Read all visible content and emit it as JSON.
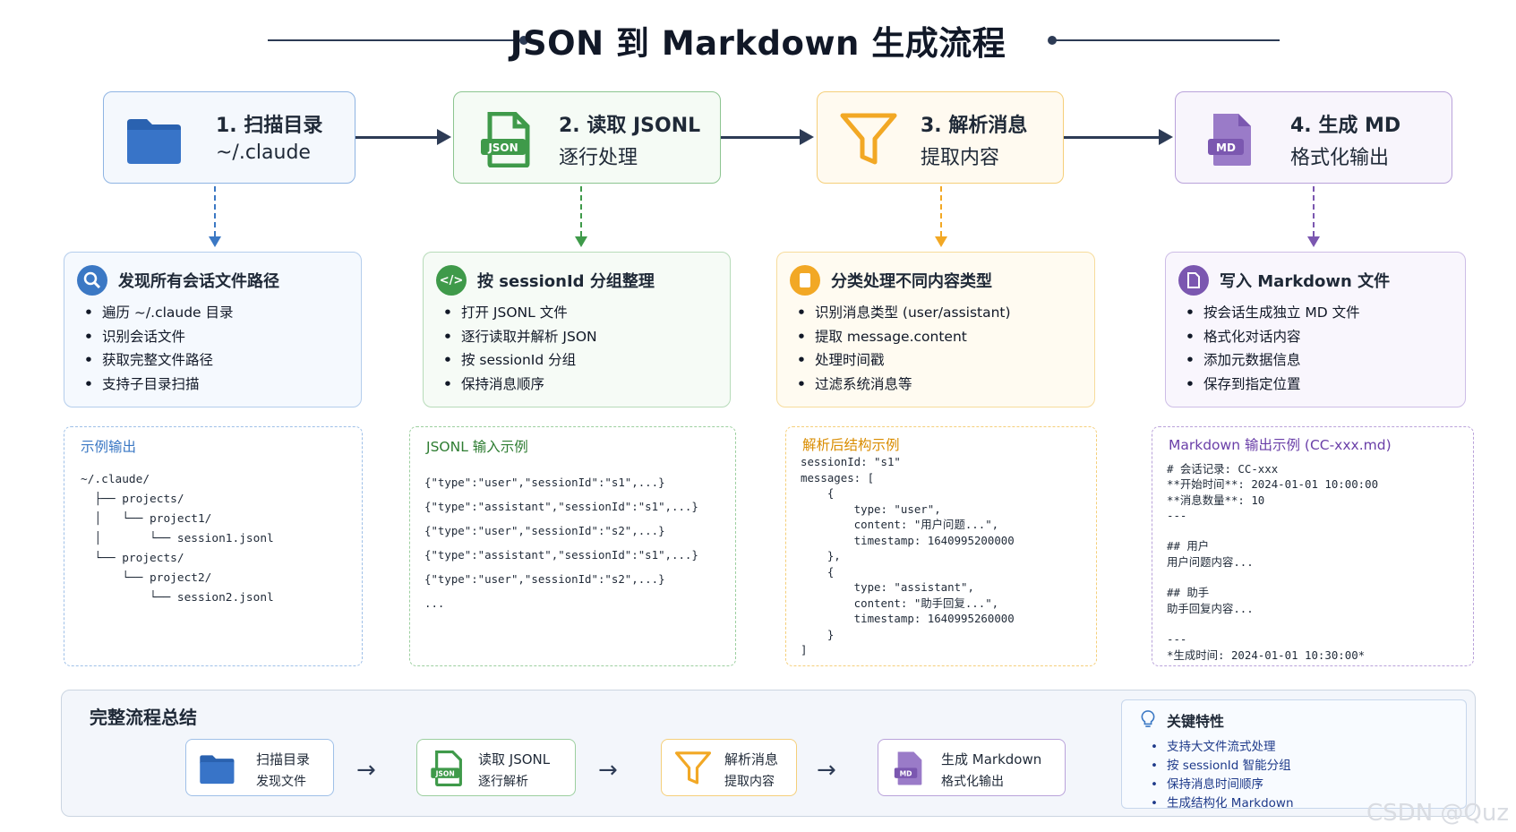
{
  "title": "JSON 到 Markdown 生成流程",
  "colors": {
    "blue": "#3b78c4",
    "green": "#3f9a4a",
    "orange": "#f2a825",
    "purple": "#7b57b0",
    "navy": "#2d3b55"
  },
  "stages": [
    {
      "line1": "1. 扫描目录",
      "line2": "~/.claude",
      "icon": "folder-icon"
    },
    {
      "line1": "2. 读取 JSONL",
      "line2": "逐行处理",
      "icon": "json-file-icon",
      "badge": "JSON"
    },
    {
      "line1": "3. 解析消息",
      "line2": "提取内容",
      "icon": "funnel-icon"
    },
    {
      "line1": "4. 生成 MD",
      "line2": "格式化输出",
      "icon": "md-file-icon",
      "badge": "MD"
    }
  ],
  "details": [
    {
      "title": "发现所有会话文件路径",
      "icon": "search-icon",
      "items": [
        "遍历 ~/.claude 目录",
        "识别会话文件",
        "获取完整文件路径",
        "支持子目录扫描"
      ]
    },
    {
      "title": "按 sessionId 分组整理",
      "icon": "code-icon",
      "items": [
        "打开 JSONL 文件",
        "逐行读取并解析 JSON",
        "按 sessionId 分组",
        "保持消息顺序"
      ]
    },
    {
      "title": "分类处理不同内容类型",
      "icon": "document-icon",
      "items": [
        "识别消息类型 (user/assistant)",
        "提取 message.content",
        "处理时间戳",
        "过滤系统消息等"
      ]
    },
    {
      "title": "写入 Markdown 文件",
      "icon": "file-icon",
      "items": [
        "按会话生成独立 MD 文件",
        "格式化对话内容",
        "添加元数据信息",
        "保存到指定位置"
      ]
    }
  ],
  "examples": [
    {
      "title": "示例输出",
      "lines": [
        "~/.claude/",
        "  ├── projects/",
        "  │   └── project1/",
        "  │       └── session1.jsonl",
        "  └── projects/",
        "      └── project2/",
        "          └── session2.jsonl"
      ]
    },
    {
      "title": "JSONL 输入示例",
      "lines": [
        "{\"type\":\"user\",\"sessionId\":\"s1\",...}",
        "{\"type\":\"assistant\",\"sessionId\":\"s1\",...}",
        "{\"type\":\"user\",\"sessionId\":\"s2\",...}",
        "{\"type\":\"assistant\",\"sessionId\":\"s1\",...}",
        "{\"type\":\"user\",\"sessionId\":\"s2\",...}",
        "..."
      ]
    },
    {
      "title": "解析后结构示例",
      "lines": [
        "sessionId: \"s1\"",
        "messages: [",
        "    {",
        "        type: \"user\",",
        "        content: \"用户问题...\",",
        "        timestamp: 1640995200000",
        "    },",
        "    {",
        "        type: \"assistant\",",
        "        content: \"助手回复...\",",
        "        timestamp: 1640995260000",
        "    }",
        "]"
      ]
    },
    {
      "title": "Markdown 输出示例 (CC-xxx.md)",
      "lines": [
        "# 会话记录: CC-xxx",
        "**开始时间**: 2024-01-01 10:00:00",
        "**消息数量**: 10",
        "---",
        "",
        "## 用户",
        "用户问题内容...",
        "",
        "## 助手",
        "助手回复内容...",
        "",
        "---",
        "*生成时间: 2024-01-01 10:30:00*"
      ]
    }
  ],
  "summary": {
    "title": "完整流程总结",
    "steps": [
      {
        "line1": "扫描目录",
        "line2": "发现文件"
      },
      {
        "line1": "读取 JSONL",
        "line2": "逐行解析",
        "badge": "JSON"
      },
      {
        "line1": "解析消息",
        "line2": "提取内容"
      },
      {
        "line1": "生成 Markdown",
        "line2": "格式化输出",
        "badge": "MD"
      }
    ],
    "arrow": "→",
    "key": {
      "title": "关键特性",
      "items": [
        "支持大文件流式处理",
        "按 sessionId 智能分组",
        "保持消息时间顺序",
        "生成结构化 Markdown"
      ]
    }
  },
  "watermark": "CSDN @Quz"
}
